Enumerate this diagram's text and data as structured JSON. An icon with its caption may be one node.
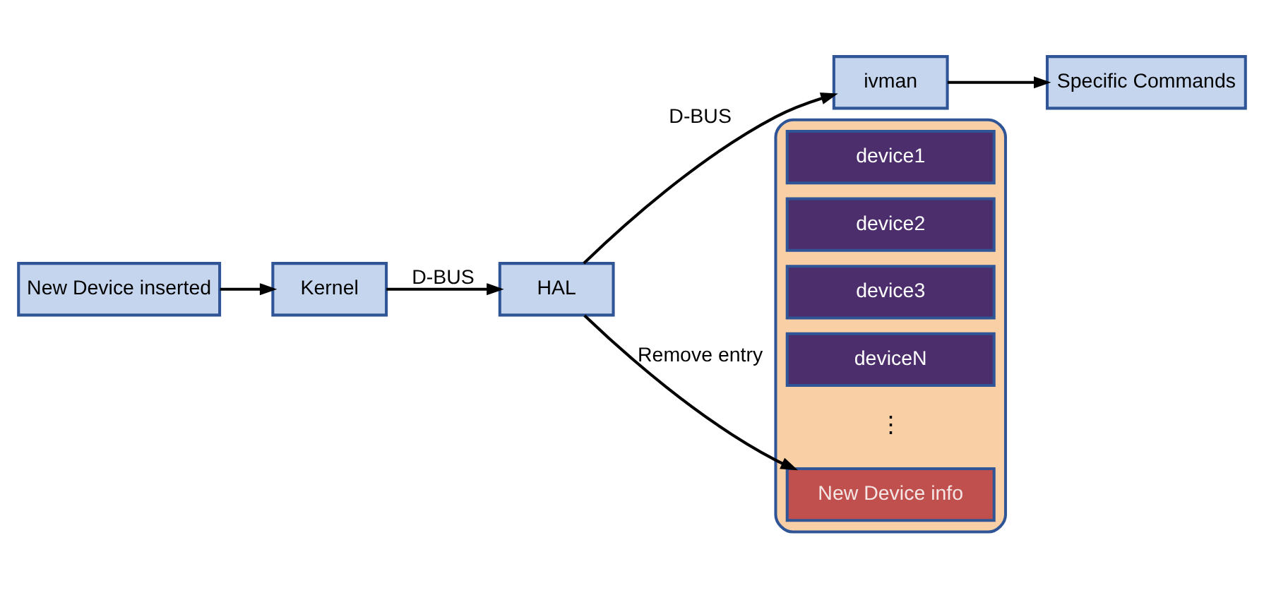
{
  "diagram": {
    "nodes": [
      {
        "text": [
          "New Device inserted"
        ]
      },
      {
        "text": [
          "Kernel"
        ]
      },
      {
        "text": [
          "HAL"
        ]
      },
      {
        "text": [
          "ivman"
        ]
      },
      {
        "text": [
          "Specific Commands"
        ]
      },
      {
        "text": [],
        "shape": "callout"
      },
      {
        "text": [
          "device1"
        ],
        "in": 5
      },
      {
        "text": [
          "device2"
        ],
        "in": 5
      },
      {
        "text": [
          "device3"
        ],
        "in": 5
      },
      {
        "text": [
          "deviceN"
        ],
        "in": 5
      },
      {
        "text": [
          "New Device info"
        ],
        "in": 5
      }
    ],
    "edges": [
      {
        "from": 0,
        "to": 1,
        "arrow": "to"
      },
      {
        "from": 1,
        "to": 2,
        "arrow": "to",
        "label": "D-BUS"
      },
      {
        "from": 2,
        "to": 3,
        "arrow": "to",
        "label": "D-BUS"
      },
      {
        "from": 3,
        "to": 4,
        "arrow": "to"
      },
      {
        "from": 2,
        "to": 10,
        "arrow": "to",
        "label": "Remove entry"
      }
    ],
    "labels": [
      "⋮"
    ]
  }
}
